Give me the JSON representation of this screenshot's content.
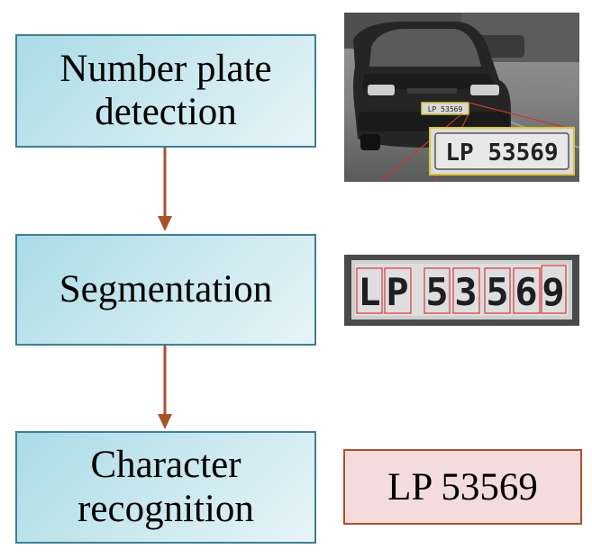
{
  "steps": [
    {
      "label": "Number plate detection",
      "lines": [
        "Number plate",
        "detection"
      ]
    },
    {
      "label": "Segmentation",
      "lines": [
        "Segmentation"
      ]
    },
    {
      "label": "Character recognition",
      "lines": [
        "Character",
        "recognition"
      ]
    }
  ],
  "images": {
    "car_photo": {
      "icon": "car-with-license-plate-photo",
      "plate_text": "LP 53569"
    },
    "segmentation_photo": {
      "icon": "segmented-plate-characters-photo",
      "characters": [
        "L",
        "P",
        "5",
        "3",
        "5",
        "6",
        "9"
      ]
    }
  },
  "result": {
    "text": "LP 53569"
  },
  "colors": {
    "step_border": "#3e7f95",
    "step_fill_start": "#a9dbe6",
    "step_fill_end": "#e6f4f8",
    "arrow": "#a9522a",
    "result_border": "#a9522a",
    "result_fill": "#f3dcdb",
    "detection_box": "#d8c43a",
    "segmentation_box": "#d93a3a",
    "pointer_line": "#c43a2e"
  }
}
